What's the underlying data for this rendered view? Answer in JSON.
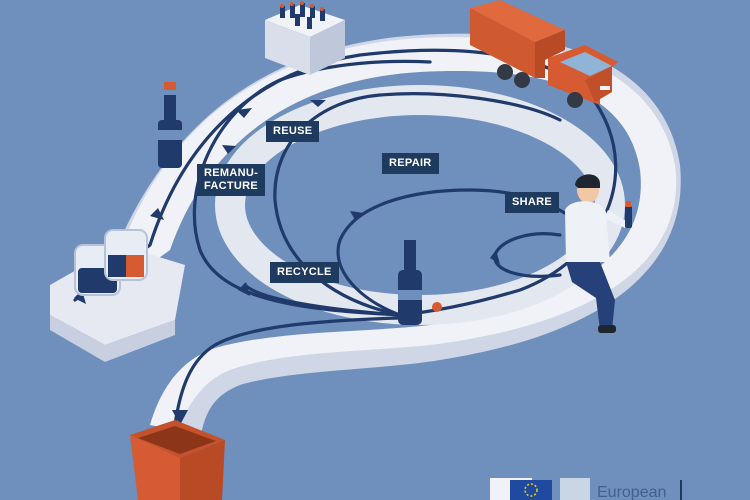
{
  "labels": {
    "reuse": "REUSE",
    "remanufacture_line1": "REMANU-",
    "remanufacture_line2": "FACTURE",
    "repair": "REPAIR",
    "share": "SHARE",
    "recycle": "RECYCLE"
  },
  "footer": {
    "logo_text": "European"
  },
  "colors": {
    "background": "#6f8fbd",
    "path": "#f1f2f7",
    "arrow": "#1f3a6b",
    "accent": "#d75b32",
    "label_bg": "#1f3a5f"
  }
}
